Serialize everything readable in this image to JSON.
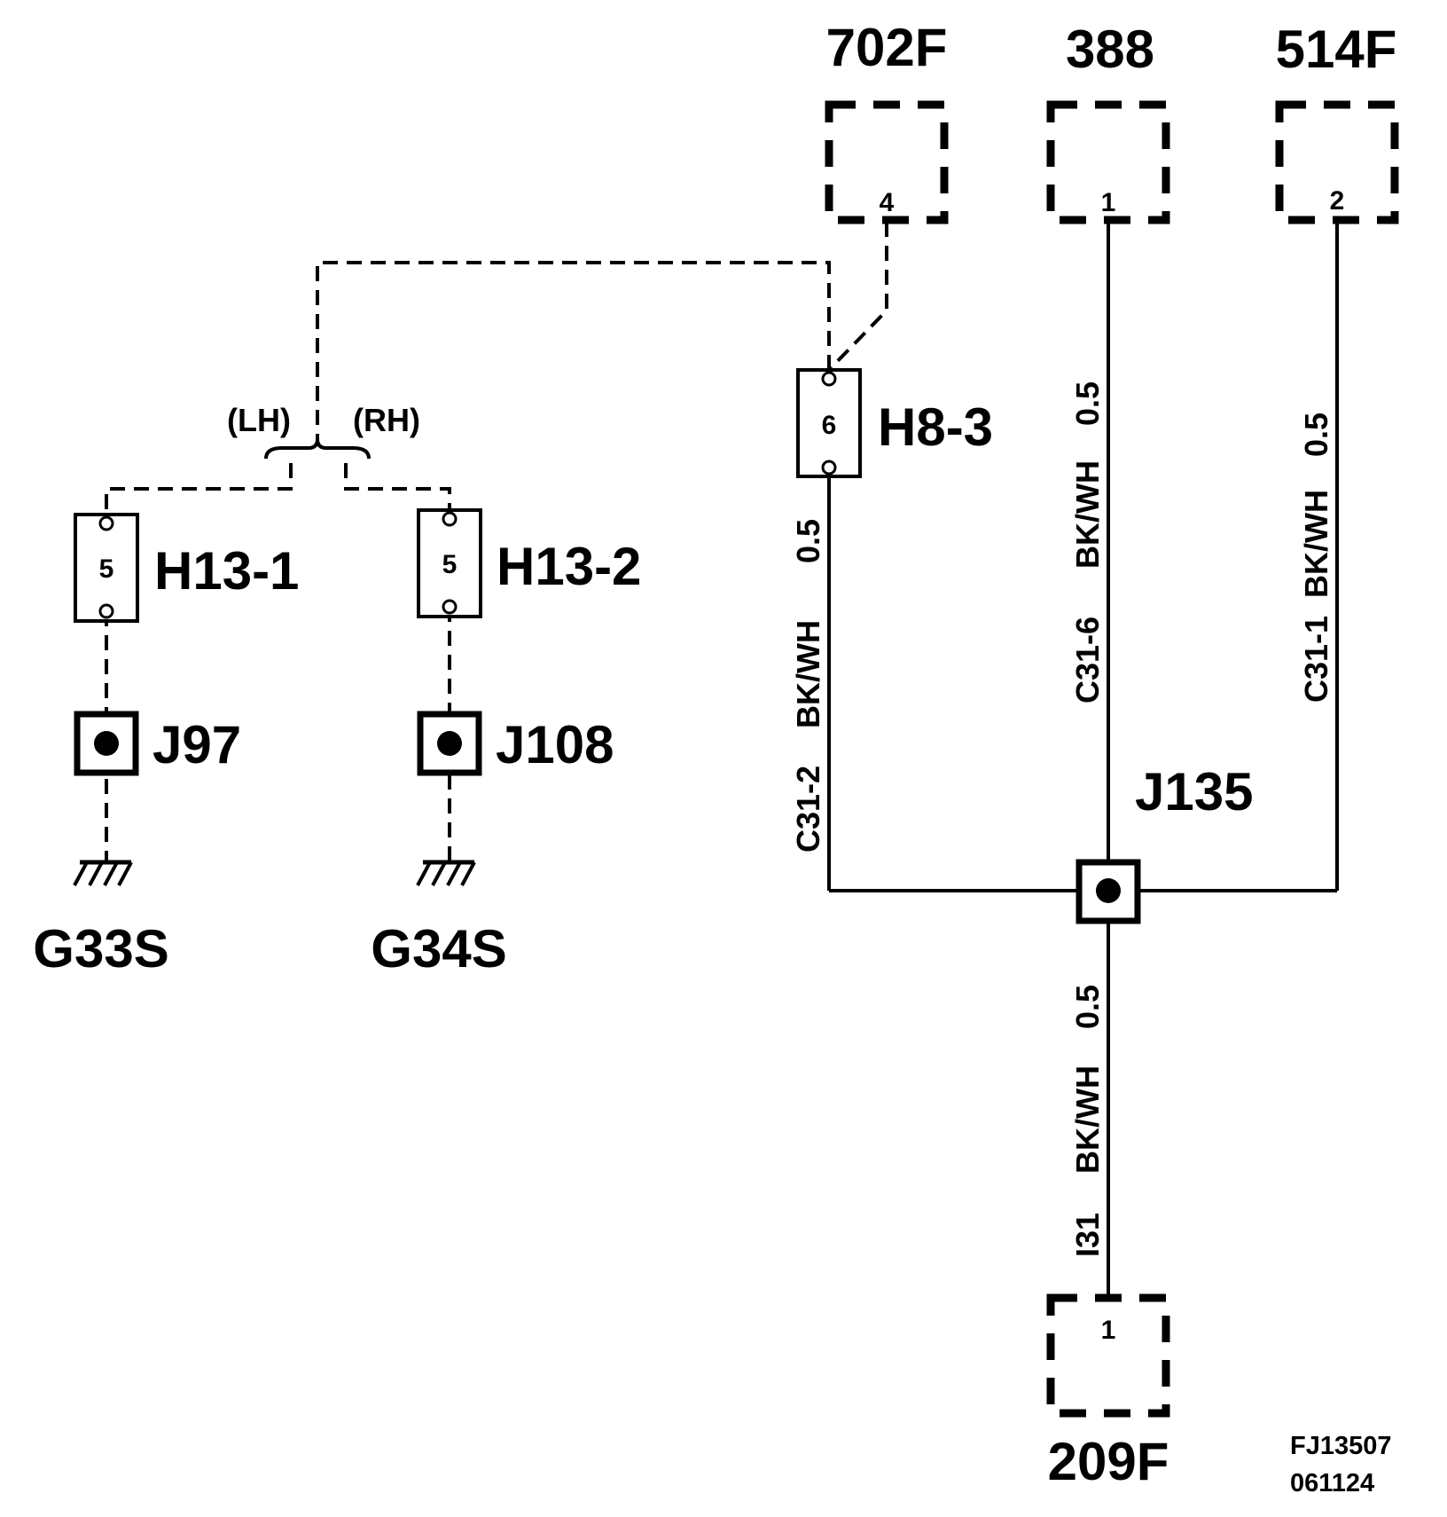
{
  "connectors": {
    "c702f": {
      "label": "702F",
      "pin": "4"
    },
    "c388": {
      "label": "388",
      "pin": "1"
    },
    "c514f": {
      "label": "514F",
      "pin": "2"
    },
    "c209f": {
      "label": "209F",
      "pin": "1"
    }
  },
  "inline_connectors": {
    "h8_3": {
      "label": "H8-3",
      "pin": "6"
    },
    "h13_1": {
      "label": "H13-1",
      "pin": "5"
    },
    "h13_2": {
      "label": "H13-2",
      "pin": "5"
    }
  },
  "splices": {
    "j97": "J97",
    "j108": "J108",
    "j135": "J135"
  },
  "grounds": {
    "g33s": "G33S",
    "g34s": "G34S"
  },
  "options": {
    "lh": "(LH)",
    "rh": "(RH)"
  },
  "wires": {
    "w_h8": {
      "circuit": "C31-2",
      "color": "BK/WH",
      "size": "0.5"
    },
    "w_388": {
      "circuit": "C31-6",
      "color": "BK/WH",
      "size": "0.5"
    },
    "w_514": {
      "circuit": "C31-1",
      "color": "BK/WH",
      "size": "0.5"
    },
    "w_209": {
      "circuit": "I31",
      "color": "BK/WH",
      "size": "0.5"
    }
  },
  "drawing_ref": {
    "line1": "FJ13507",
    "line2": "061124"
  }
}
